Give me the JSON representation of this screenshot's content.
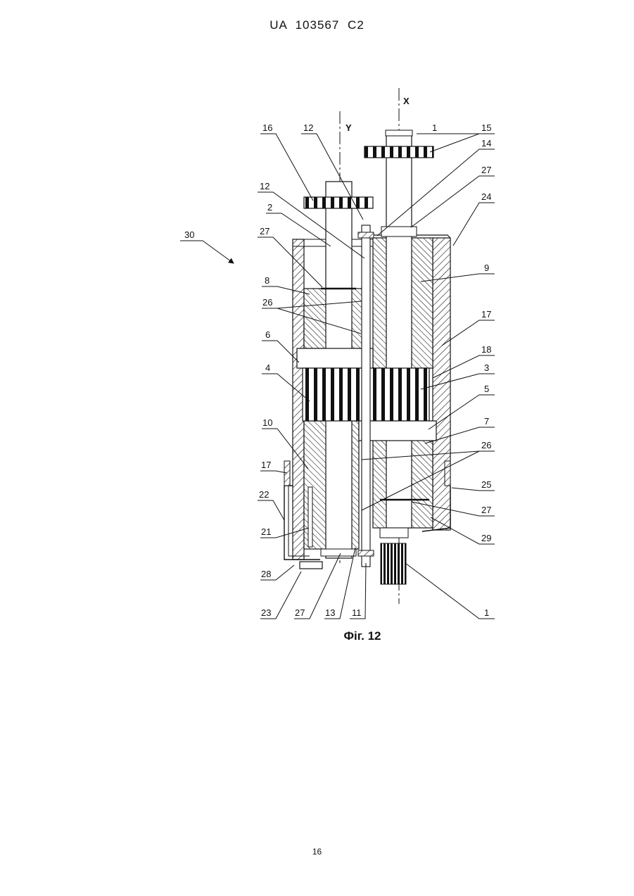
{
  "header": {
    "text": "UA   103567   C2"
  },
  "figure": {
    "caption": "Фіг. 12",
    "axis_labels": [
      "X",
      "Y"
    ],
    "reference_numbers": [
      "1",
      "2",
      "3",
      "4",
      "5",
      "6",
      "7",
      "8",
      "9",
      "10",
      "11",
      "12",
      "13",
      "14",
      "15",
      "16",
      "17",
      "18",
      "21",
      "22",
      "23",
      "24",
      "25",
      "26",
      "27",
      "28",
      "29",
      "30"
    ],
    "callouts": {
      "l16": "16",
      "l12a": "12",
      "l12b": "12",
      "l2": "2",
      "l27a": "27",
      "l8": "8",
      "l26a": "26",
      "l6": "6",
      "l4": "4",
      "l10": "10",
      "l17a": "17",
      "l22": "22",
      "l21": "21",
      "l28": "28",
      "l23": "23",
      "l27b": "27",
      "l13": "13",
      "l11": "11",
      "l1a": "1",
      "l15": "15",
      "l14": "14",
      "l27c": "27",
      "l24": "24",
      "l9": "9",
      "l17b": "17",
      "l18": "18",
      "l3": "3",
      "l5": "5",
      "l7": "7",
      "l26b": "26",
      "l25": "25",
      "l27d": "27",
      "l29": "29",
      "l1b": "1",
      "l30": "30"
    }
  },
  "page_number": "16"
}
